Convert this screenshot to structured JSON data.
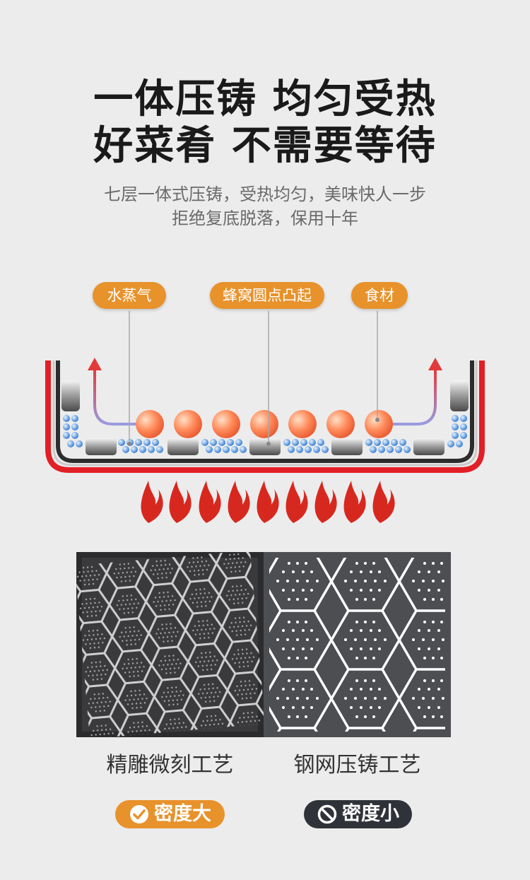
{
  "headline": {
    "line1": "一体压铸 均匀受热",
    "line2": "好菜肴 不需要等待"
  },
  "subtitle": {
    "line1": "七层一体式压铸，受热均匀，美味快人一步",
    "line2": "拒绝复底脱落，保用十年"
  },
  "labels": {
    "steam": "水蒸气",
    "honeycomb": "蜂窝圆点凸起",
    "food": "食材"
  },
  "compare": {
    "left": {
      "caption": "精雕微刻工艺",
      "badge": "密度大",
      "badge_icon": "check-circle-icon",
      "badge_color": "#e8922b"
    },
    "right": {
      "caption": "钢网压铸工艺",
      "badge": "密度小",
      "badge_icon": "prohibit-icon",
      "badge_color": "#2f3238"
    }
  },
  "colors": {
    "accent": "#e8922b",
    "flame": "#d7281f",
    "pan_red": "#d8262b"
  }
}
